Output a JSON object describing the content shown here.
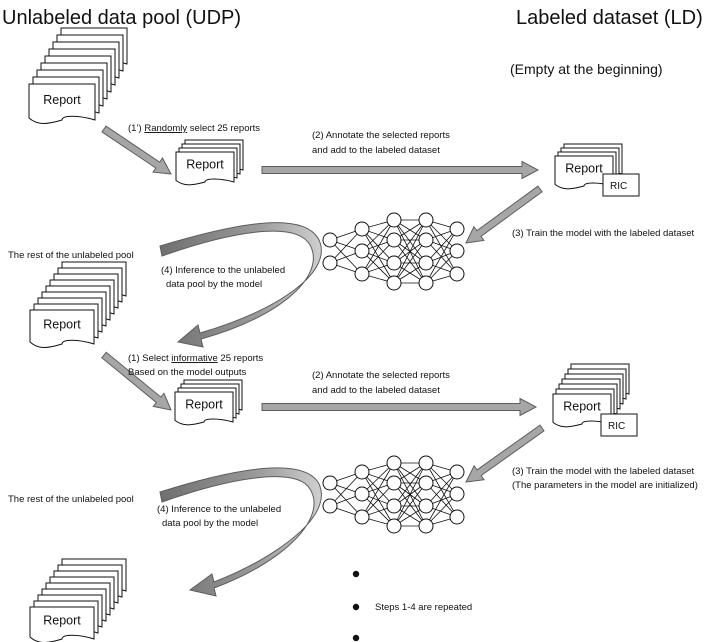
{
  "headers": {
    "udp": "Unlabeled data pool (UDP)",
    "ld": "Labeled dataset (LD)",
    "ld_note": "(Empty at the beginning)"
  },
  "report_label": "Report",
  "ric_label": "RIC",
  "cycle1": {
    "select_prefix": "(1’) ",
    "select_emph": "Randomly",
    "select_suffix": " select 25 reports",
    "annotate_line1": "(2) Annotate the selected reports",
    "annotate_line2": "and add to the labeled dataset",
    "train": "(3) Train the model with the labeled dataset",
    "rest": "The rest of the unlabeled pool",
    "inference_line1": "(4) Inference to the unlabeled",
    "inference_line2": "data pool by the model"
  },
  "cycle2": {
    "select_prefix": "(1) Select ",
    "select_emph": "informative",
    "select_suffix": " 25 reports",
    "select_line2": "Based on the model outputs",
    "annotate_line1": "(2) Annotate the selected reports",
    "annotate_line2": "and add to the labeled dataset",
    "train_line1": "(3) Train the model with the labeled dataset",
    "train_line2": "(The parameters in the model are initialized)",
    "rest": "The rest of the unlabeled pool",
    "inference_line1": "(4) Inference to the unlabeled",
    "inference_line2": "data pool by the model"
  },
  "repeat_note": "Steps 1-4 are repeated",
  "colors": {
    "arrow_fill": "#a6a6a6",
    "arrow_stroke": "#5e5e5e",
    "curve_dark": "#6f6f6f",
    "curve_light": "#c8c8c8",
    "ink": "#111111"
  }
}
